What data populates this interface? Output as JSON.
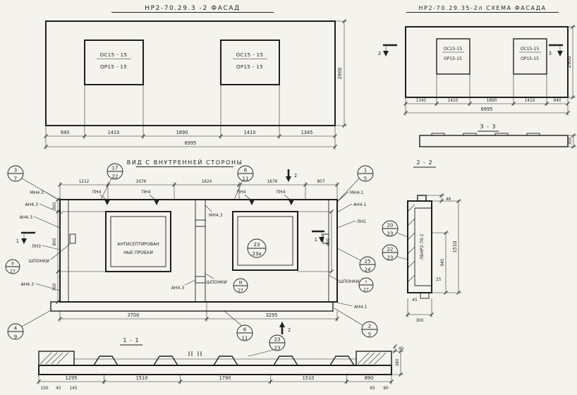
{
  "sheet": {
    "bg": "#f4f3ee",
    "ink": "#1f1f1f"
  },
  "facade": {
    "title": "НР2-70.29.3 -2  ФАСАД",
    "win1": [
      "ОС15 - 15",
      "ОР15 - 15"
    ],
    "win2": [
      "ОС15 - 15",
      "ОР15 - 15"
    ],
    "dims": [
      "940",
      "1410",
      "1890",
      "1410",
      "1345"
    ],
    "total": "6995",
    "height": "2900"
  },
  "scheme": {
    "title": "НР2-70.29.35-2л СХЕМА ФАСАДА",
    "win1": [
      "ОС15-15",
      "ОР15-15"
    ],
    "win2": [
      "ОС15-15",
      "ОР15-15"
    ],
    "dims": [
      "1345",
      "1410",
      "1890",
      "1410",
      "940"
    ],
    "total": "6995",
    "height": "2900",
    "cut_mark": "3"
  },
  "section33": {
    "title": "3 - 3",
    "thickness": "300"
  },
  "inner": {
    "title": "ВИД С ВНУТРЕННЕЙ СТОРОНЫ",
    "dims_top": [
      "1212",
      "1676",
      "1624",
      "1676",
      "807"
    ],
    "pn4": "ПН4",
    "note": [
      "АНТИСЕПТИРОВАН",
      "НЫЕ ПРОБКИ"
    ],
    "left_labels": [
      "МН4.3",
      "АН4.3",
      "АН4.3",
      "ЛН3",
      "ШПОНКИ",
      "АН4.3"
    ],
    "right_labels": [
      "МН4.1",
      "АН4.1",
      "ЛН1",
      "ШПОНКИ",
      "АН4.1"
    ],
    "mid_labels": [
      "МН4.3",
      "АН4.3",
      "ШПОНКИ"
    ],
    "dims_left": [
      "300",
      "800",
      "300"
    ],
    "dim_right": "800",
    "dims_bottom": [
      "3700",
      "3295"
    ],
    "cut1": "1",
    "cut2": "2",
    "callouts": {
      "tl": [
        "3",
        "7"
      ],
      "title": [
        "17",
        "22"
      ],
      "top": [
        "6",
        "11"
      ],
      "tr": [
        "1",
        "5"
      ],
      "win2": [
        "23",
        "23а"
      ],
      "right": [
        "25",
        "24"
      ],
      "bl": [
        "4",
        "9"
      ],
      "bottom": [
        "6",
        "11"
      ],
      "br": [
        "2",
        "5"
      ],
      "key_left": [
        "II",
        "27"
      ],
      "key_mid": [
        "III",
        "27"
      ],
      "key_right": [
        "I",
        "27"
      ]
    }
  },
  "section22": {
    "title": "2 - 2",
    "callouts": {
      "a": [
        "20",
        "23"
      ],
      "b": [
        "22",
        "23"
      ]
    },
    "dim_top": "46",
    "dim_height": "1510",
    "dim_mid": "945",
    "dim_s1": "25",
    "dim_s2": "45",
    "thickness": "300",
    "stamp": "ЛБНР2-70-2"
  },
  "section11": {
    "title": "1 - 1",
    "callout": [
      "23",
      "23"
    ],
    "dim_top": "40",
    "dim_right": "340",
    "dims": [
      "1295",
      "1510",
      "1790",
      "1510",
      "890"
    ],
    "dims_small_left": [
      "100",
      "45",
      "145"
    ],
    "dims_small_right": [
      "65",
      "90"
    ]
  }
}
